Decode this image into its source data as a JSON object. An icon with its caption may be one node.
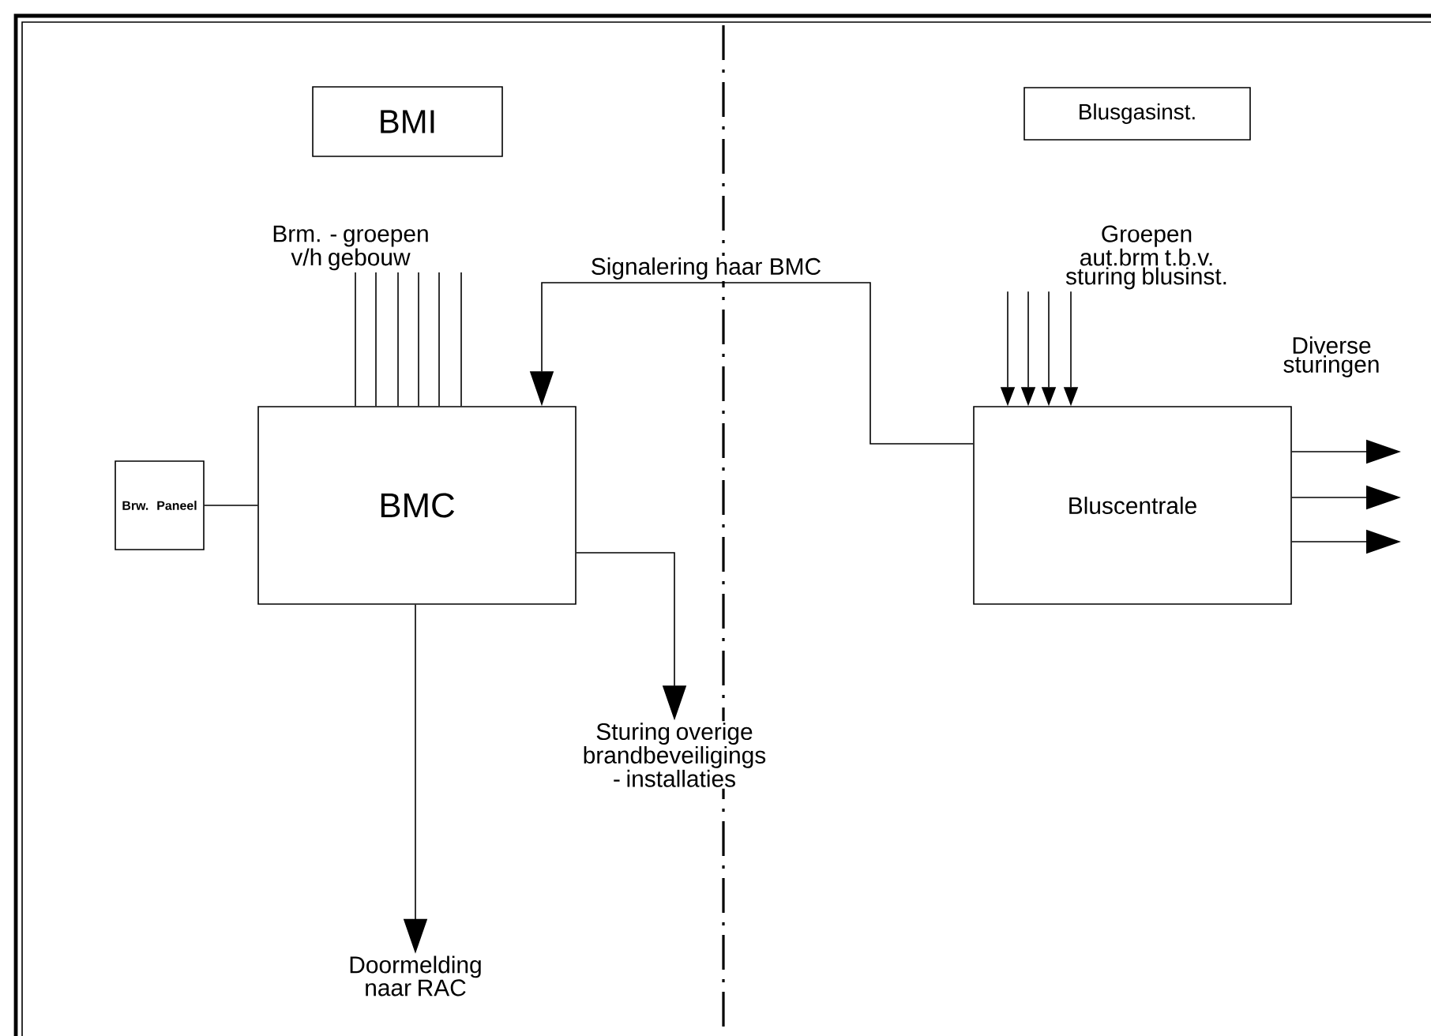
{
  "diagram": {
    "nodes": [
      {
        "text": [
          "BMI"
        ]
      },
      {
        "text": [
          "Blusgasinst."
        ]
      },
      {
        "text": [
          "Brm. - groepen v/h gebouw"
        ]
      },
      {
        "text": [
          "Groepen aut.brm t.b.v. sturing blusinst."
        ]
      },
      {
        "text": [
          "Diverse sturingen"
        ]
      },
      {
        "text": [
          "Brw. Paneel"
        ]
      },
      {
        "text": [
          "BMC"
        ]
      },
      {
        "text": [
          "Bluscentrale"
        ]
      },
      {
        "text": [
          "Sturing overige brandbeveiligings - installaties"
        ]
      },
      {
        "text": [
          "Doormelding naar RAC"
        ]
      }
    ],
    "edges": [
      {
        "from": 2,
        "to": 6,
        "arrow": "none"
      },
      {
        "from": 2,
        "to": 6,
        "arrow": "none"
      },
      {
        "from": 2,
        "to": 6,
        "arrow": "none"
      },
      {
        "from": 2,
        "to": 6,
        "arrow": "none"
      },
      {
        "from": 2,
        "to": 6,
        "arrow": "none"
      },
      {
        "from": 2,
        "to": 6,
        "arrow": "none"
      },
      {
        "from": 5,
        "to": 6,
        "arrow": "none"
      },
      {
        "from": 7,
        "to": 6,
        "arrow": "to",
        "label": "Signalering haar BMC"
      },
      {
        "from": 3,
        "to": 7,
        "arrow": "to"
      },
      {
        "from": 3,
        "to": 7,
        "arrow": "to"
      },
      {
        "from": 3,
        "to": 7,
        "arrow": "to"
      },
      {
        "from": 3,
        "to": 7,
        "arrow": "to"
      },
      {
        "from": 7,
        "to": null,
        "arrow": "to"
      },
      {
        "from": 7,
        "to": null,
        "arrow": "to"
      },
      {
        "from": 7,
        "to": null,
        "arrow": "to"
      },
      {
        "from": 6,
        "to": 8,
        "arrow": "to"
      },
      {
        "from": 6,
        "to": 9,
        "arrow": "to"
      }
    ]
  }
}
